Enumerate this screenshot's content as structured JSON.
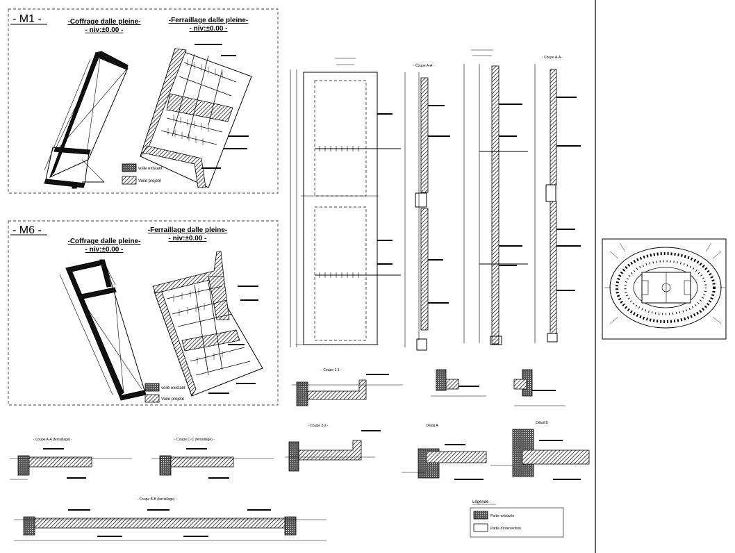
{
  "m1": {
    "tag": "- M1 -",
    "coffrage_title": "-Coffrage dalle pleine-",
    "coffrage_level": "- niv:±0.00 -",
    "ferraillage_title": "-Ferraillage dalle pleine-",
    "ferraillage_level": "- niv:±0.00 -",
    "legend_existing": "voile existant",
    "legend_projected": "Voile projeté"
  },
  "m6": {
    "tag": "- M6 -",
    "coffrage_title": "-Coffrage dalle pleine-",
    "coffrage_level": "- niv:±0.00 -",
    "ferraillage_title": "-Ferraillage dalle pleine-",
    "ferraillage_level": "- niv:±0.00 -",
    "legend_existing": "voile existant",
    "legend_projected": "Voile projeté"
  },
  "sections": {
    "coupe_aa_top1": "- Coupe A-A -",
    "coupe_aa_top2": "- Coupe A-A -",
    "coupe_11": "- Coupe 1-1 -",
    "coupe_22": "- Coupe 2-2 -",
    "detail_a": "Détail A",
    "detail_b": "Détail B",
    "coupe_aa_ferr": "- Coupe A-A (ferraillage) -",
    "coupe_cc_ferr": "- Coupe C-C (ferraillage) -",
    "coupe_bb_ferr": "- Coupe B-B (ferraillage) -"
  },
  "legend": {
    "title": "Légende :",
    "existing": "Partie existante",
    "intervention": "Partie d'intervention"
  }
}
